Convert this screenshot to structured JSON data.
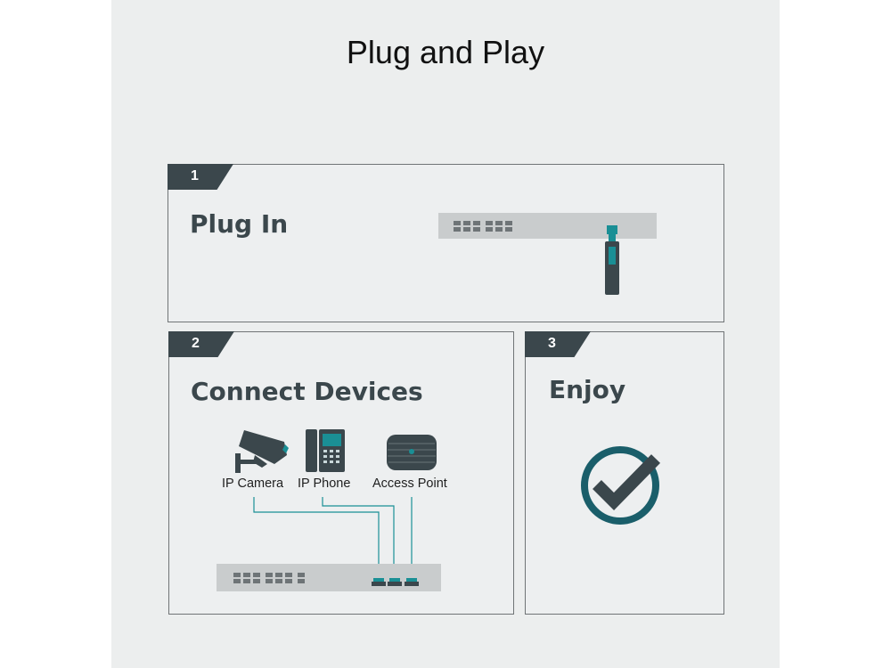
{
  "title": "Plug and Play",
  "colors": {
    "accent": "#1a8f95",
    "dark": "#3b474c",
    "panel_bg": "#edeff0"
  },
  "steps": [
    {
      "number": "1",
      "label": "Plug In"
    },
    {
      "number": "2",
      "label": "Connect Devices",
      "devices": [
        {
          "name": "IP Camera",
          "icon": "ip-camera-icon"
        },
        {
          "name": "IP Phone",
          "icon": "ip-phone-icon"
        },
        {
          "name": "Access Point",
          "icon": "access-point-icon"
        }
      ]
    },
    {
      "number": "3",
      "label": "Enjoy",
      "icon": "check-circle-icon"
    }
  ]
}
